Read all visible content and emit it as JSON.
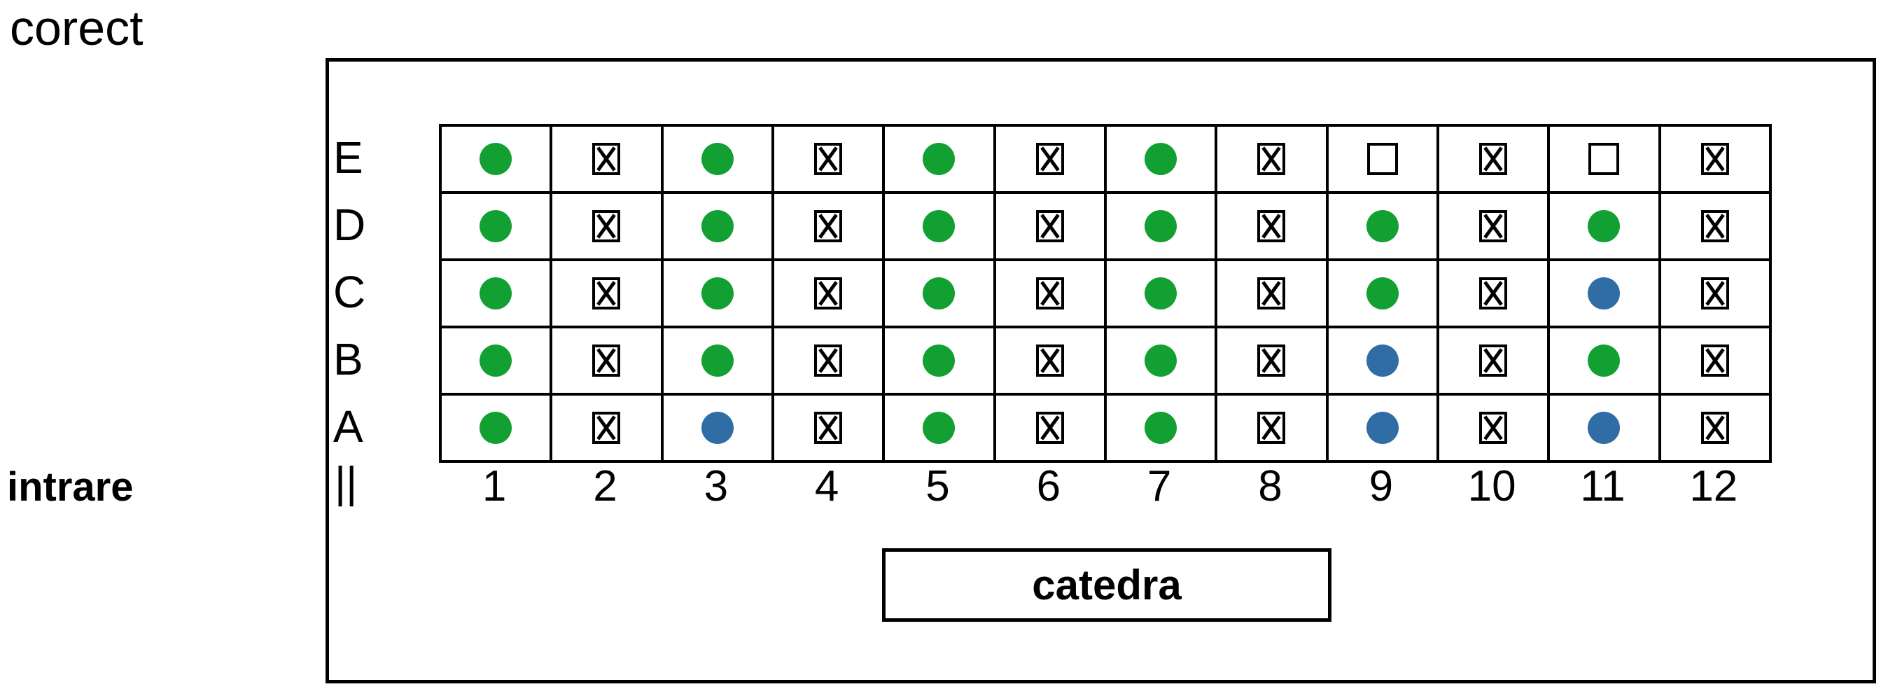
{
  "labels": {
    "correct": "corect",
    "entrance": "intrare",
    "entrance_marker": "||",
    "teacher_desk": "catedra"
  },
  "grid": {
    "row_labels": [
      "E",
      "D",
      "C",
      "B",
      "A"
    ],
    "column_labels": [
      "1",
      "2",
      "3",
      "4",
      "5",
      "6",
      "7",
      "8",
      "9",
      "10",
      "11",
      "12"
    ],
    "cell_legend": {
      "green-dot": "occupied seat (green)",
      "blue-dot": "occupied seat (blue)",
      "x-box": "crossed-out seat",
      "empty-box": "free seat"
    },
    "rows": [
      {
        "label": "E",
        "cells": [
          "green-dot",
          "x-box",
          "green-dot",
          "x-box",
          "green-dot",
          "x-box",
          "green-dot",
          "x-box",
          "empty-box",
          "x-box",
          "empty-box",
          "x-box"
        ]
      },
      {
        "label": "D",
        "cells": [
          "green-dot",
          "x-box",
          "green-dot",
          "x-box",
          "green-dot",
          "x-box",
          "green-dot",
          "x-box",
          "green-dot",
          "x-box",
          "green-dot",
          "x-box"
        ]
      },
      {
        "label": "C",
        "cells": [
          "green-dot",
          "x-box",
          "green-dot",
          "x-box",
          "green-dot",
          "x-box",
          "green-dot",
          "x-box",
          "green-dot",
          "x-box",
          "blue-dot",
          "x-box"
        ]
      },
      {
        "label": "B",
        "cells": [
          "green-dot",
          "x-box",
          "green-dot",
          "x-box",
          "green-dot",
          "x-box",
          "green-dot",
          "x-box",
          "blue-dot",
          "x-box",
          "green-dot",
          "x-box"
        ]
      },
      {
        "label": "A",
        "cells": [
          "green-dot",
          "x-box",
          "blue-dot",
          "x-box",
          "green-dot",
          "x-box",
          "green-dot",
          "x-box",
          "blue-dot",
          "x-box",
          "blue-dot",
          "x-box"
        ]
      }
    ]
  },
  "colors": {
    "green": "#12a032",
    "blue": "#2f6da4",
    "line": "#000000"
  }
}
